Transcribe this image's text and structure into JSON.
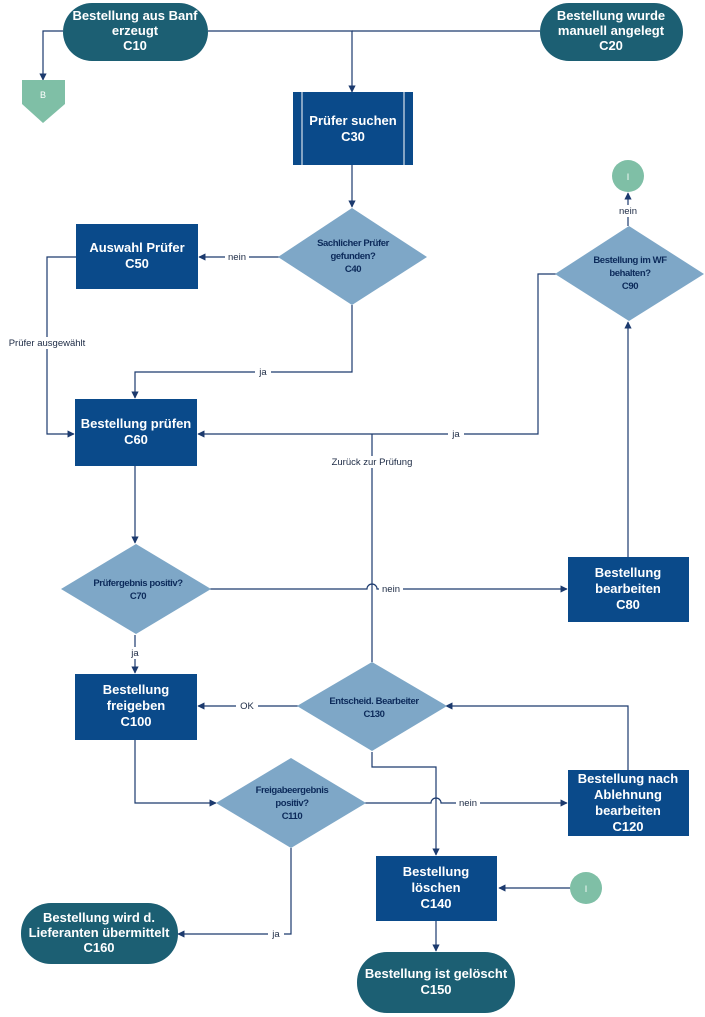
{
  "nodes": {
    "c10": {
      "line1": "Bestellung aus Banf",
      "line2": "erzeugt",
      "line3": "C10"
    },
    "c20": {
      "line1": "Bestellung wurde",
      "line2": "manuell angelegt",
      "line3": "C20"
    },
    "offpage_b": {
      "label": "B"
    },
    "c30": {
      "line1": "Prüfer suchen",
      "line2": "C30"
    },
    "c40": {
      "line1": "Sachlicher Prüfer",
      "line2": "gefunden?",
      "line3": "C40"
    },
    "c50": {
      "line1": "Auswahl Prüfer",
      "line2": "C50"
    },
    "c60": {
      "line1": "Bestellung prüfen",
      "line2": "C60"
    },
    "c70": {
      "line1": "Prüfergebnis positiv?",
      "line2": "C70"
    },
    "c80": {
      "line1": "Bestellung",
      "line2": "bearbeiten",
      "line3": "C80"
    },
    "c90": {
      "line1": "Bestellung im WF",
      "line2": "behalten?",
      "line3": "C90"
    },
    "conn_top": {
      "label": "I"
    },
    "c100": {
      "line1": "Bestellung",
      "line2": "freigeben",
      "line3": "C100"
    },
    "c110": {
      "line1": "Freigabeergebnis",
      "line2": "positiv?",
      "line3": "C110"
    },
    "c120": {
      "line1": "Bestellung nach",
      "line2": "Ablehnung",
      "line3": "bearbeiten",
      "line4": "C120"
    },
    "c130": {
      "line1": "Entscheid. Bearbeiter",
      "line2": "C130"
    },
    "c140": {
      "line1": "Bestellung",
      "line2": "löschen",
      "line3": "C140"
    },
    "conn_bottom": {
      "label": "I"
    },
    "c150": {
      "line1": "Bestellung ist gelöscht",
      "line2": "C150"
    },
    "c160": {
      "line1": "Bestellung wird d.",
      "line2": "Lieferanten übermittelt",
      "line3": "C160"
    }
  },
  "edge_labels": {
    "c40_nein": "nein",
    "c40_ja": "ja",
    "c50_pruefer": "Prüfer ausgewählt",
    "c90_ja": "ja",
    "c90_nein": "nein",
    "zurueck": "Zurück zur Prüfung",
    "c70_nein": "nein",
    "c70_ja": "ja",
    "c130_ok": "OK",
    "c110_nein": "nein",
    "c110_ja": "ja"
  },
  "colors": {
    "terminator": "#1c5f73",
    "process": "#0a4a8a",
    "decision": "#7ea7c7",
    "connector": "#7fbfa6",
    "line": "#1c3a6e"
  }
}
